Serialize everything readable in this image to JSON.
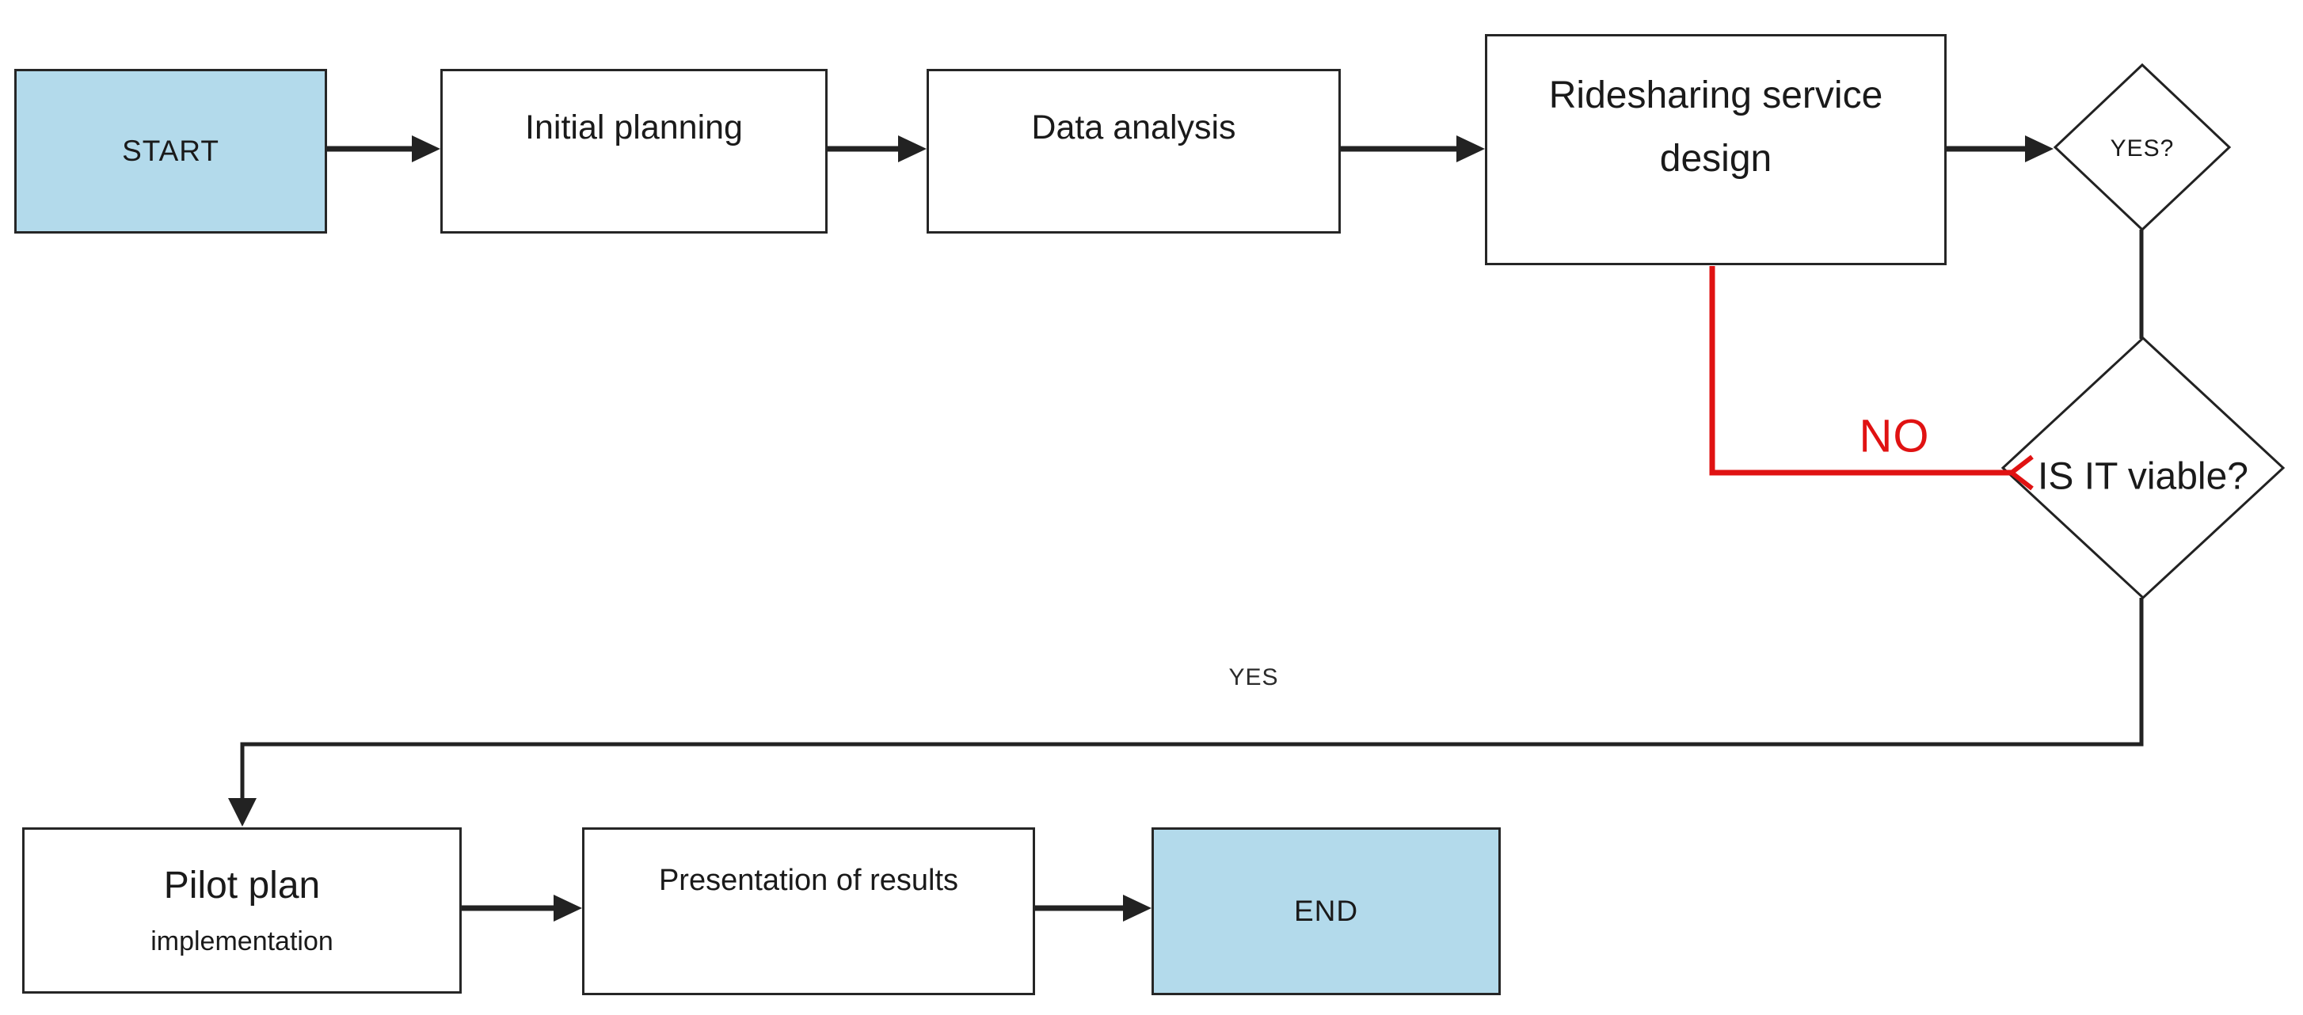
{
  "nodes": {
    "start": {
      "label": "START",
      "type": "terminal"
    },
    "initial_planning": {
      "label": "Initial planning",
      "type": "process"
    },
    "data_analysis": {
      "label": "Data analysis",
      "type": "process"
    },
    "ridesharing_service_design": {
      "label": "Ridesharing service design",
      "type": "process"
    },
    "yes_check": {
      "label": "YES?",
      "type": "decision"
    },
    "viability_check": {
      "label": "IS IT viable?",
      "type": "decision"
    },
    "pilot_plan": {
      "label": "Pilot plan",
      "sublabel": "implementation",
      "type": "process"
    },
    "presentation_of_results": {
      "label": "Presentation of results",
      "type": "process"
    },
    "end": {
      "label": "END",
      "type": "terminal"
    }
  },
  "edges": [
    {
      "from": "start",
      "to": "initial_planning"
    },
    {
      "from": "initial_planning",
      "to": "data_analysis"
    },
    {
      "from": "data_analysis",
      "to": "ridesharing_service_design"
    },
    {
      "from": "ridesharing_service_design",
      "to": "yes_check"
    },
    {
      "from": "yes_check",
      "to": "viability_check"
    },
    {
      "from": "viability_check",
      "to": "ridesharing_service_design",
      "label": "NO"
    },
    {
      "from": "viability_check",
      "to": "pilot_plan",
      "label": "YES"
    },
    {
      "from": "pilot_plan",
      "to": "presentation_of_results"
    },
    {
      "from": "presentation_of_results",
      "to": "end"
    }
  ],
  "colors": {
    "terminal_fill": "#b3daeb",
    "process_fill": "#ffffff",
    "line": "#222222",
    "no_branch_line": "#e01212",
    "text": "#1a1a1a"
  }
}
